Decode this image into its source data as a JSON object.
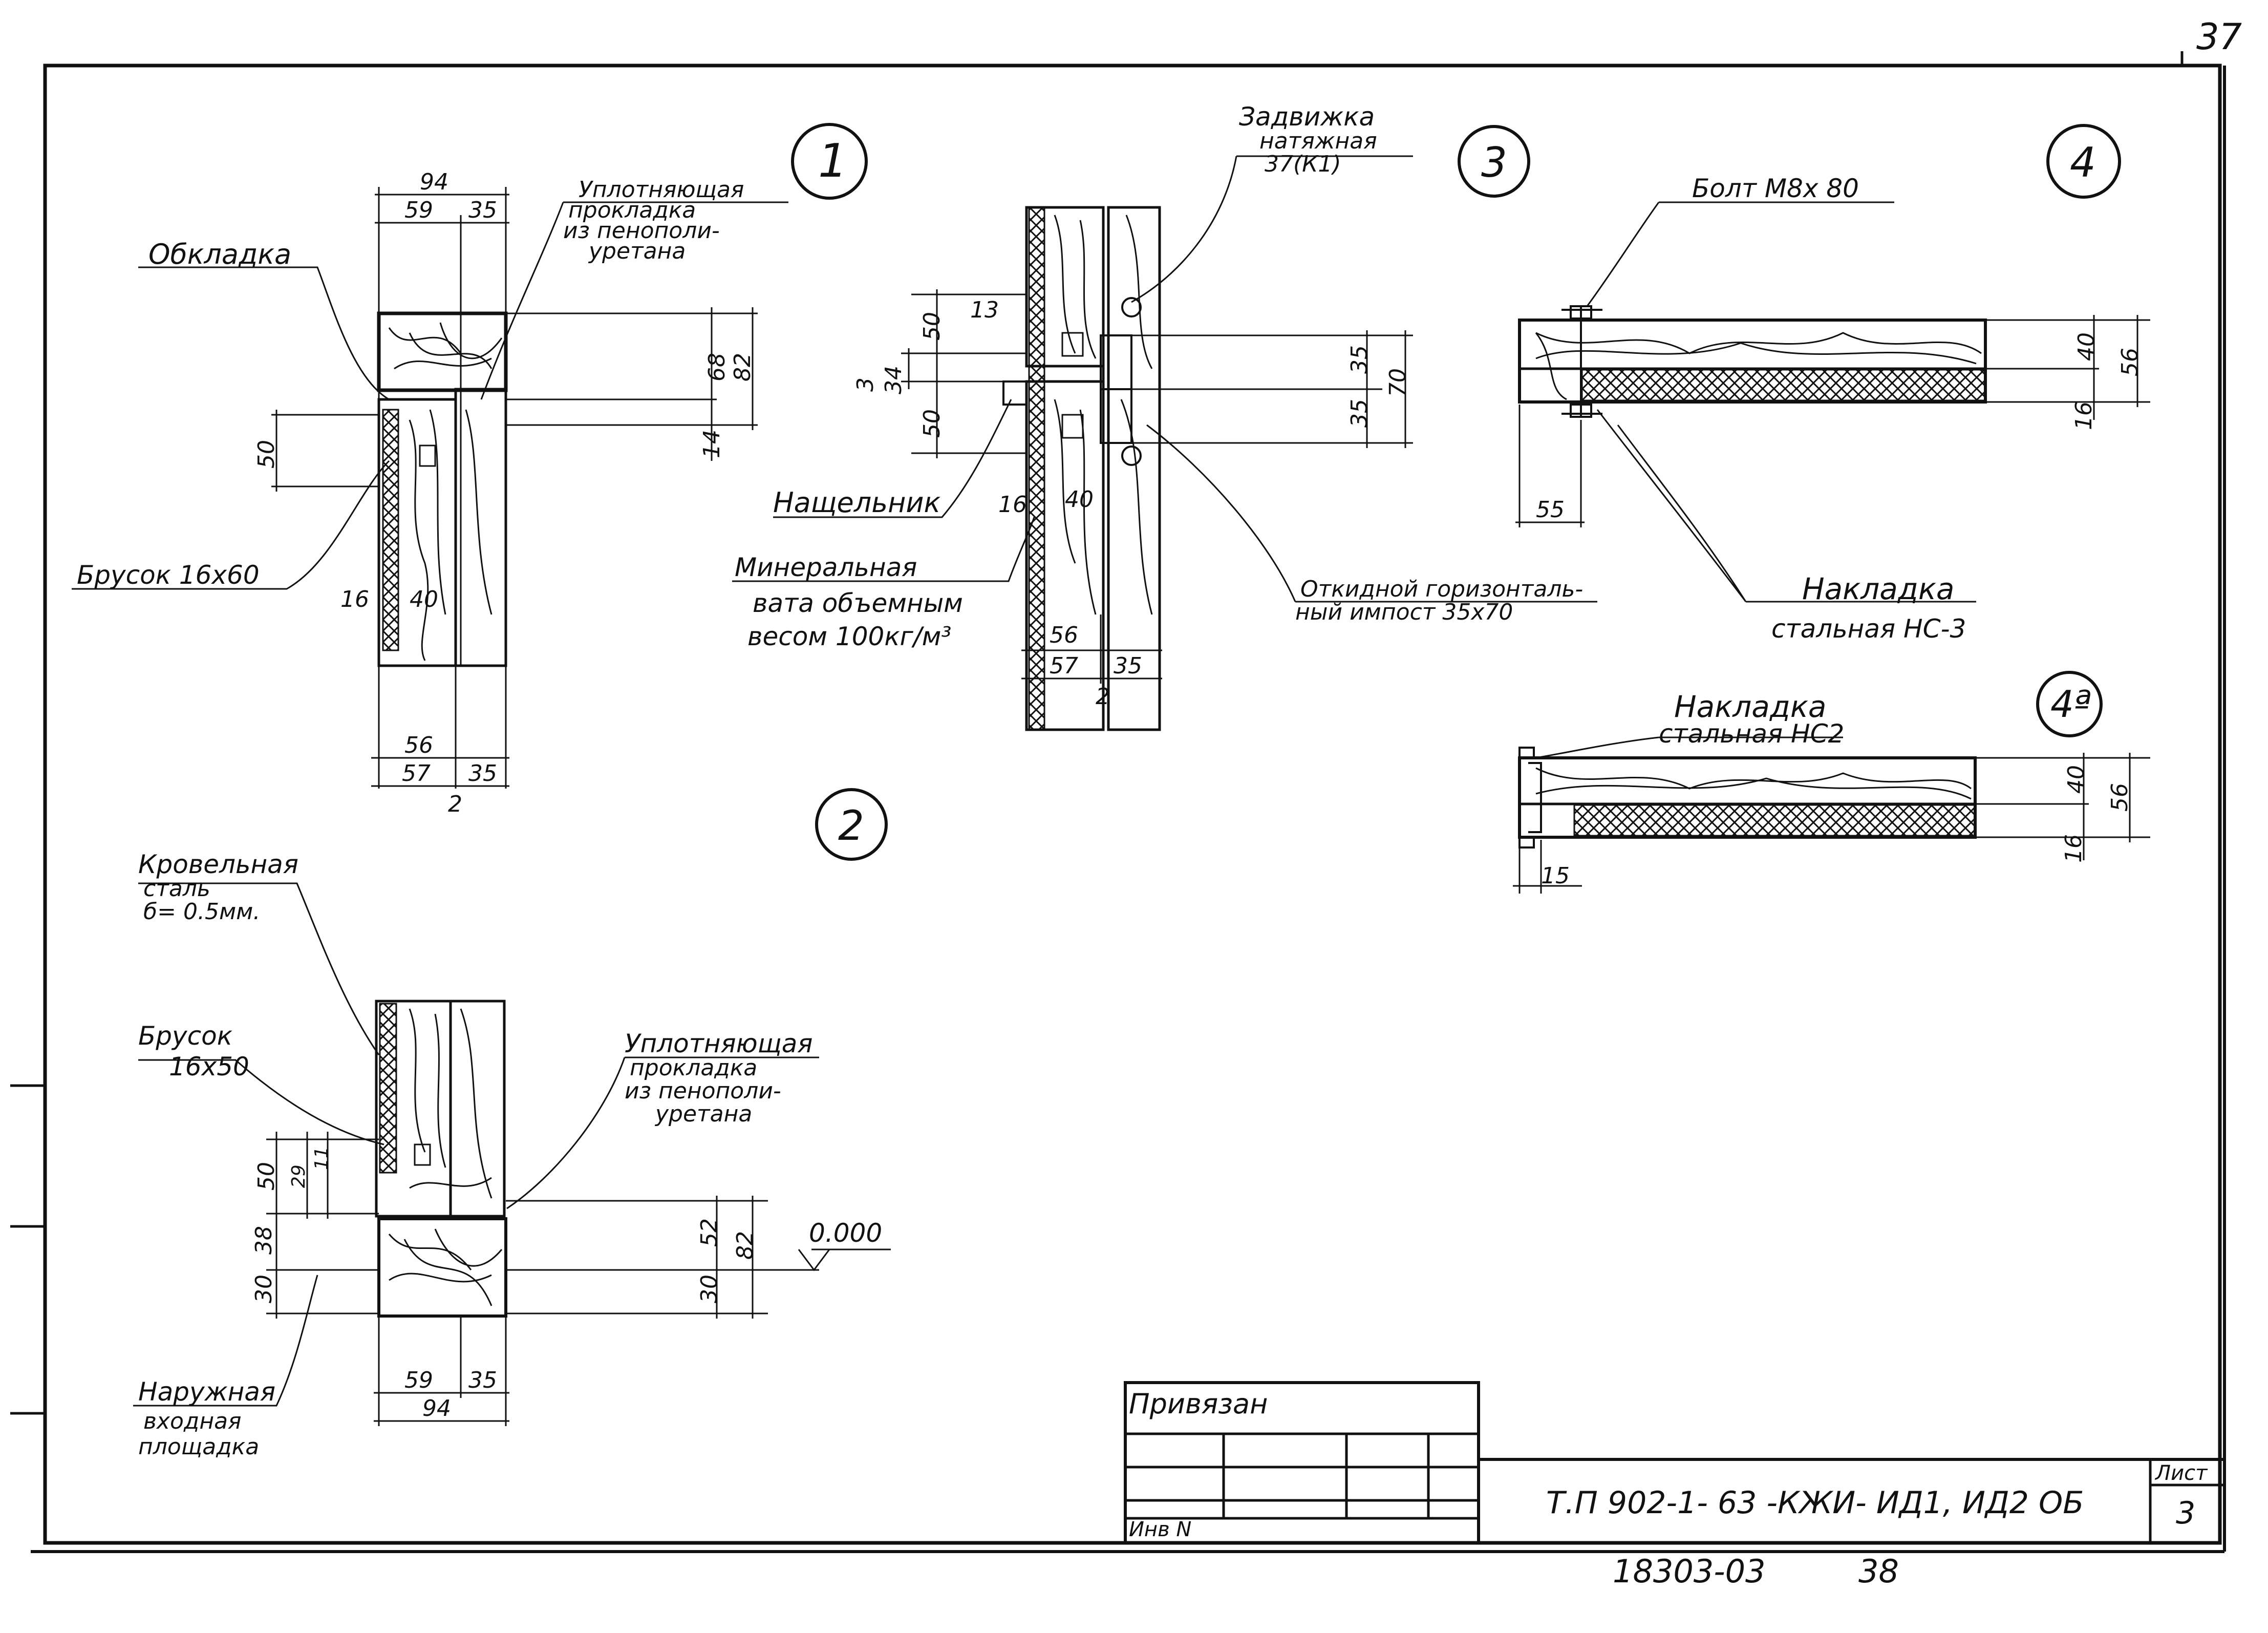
{
  "details": {
    "d1": {
      "number": "1",
      "dims_top": {
        "total": "94",
        "left": "59",
        "right": "35"
      },
      "dims_bottom": {
        "inner": "56",
        "left": "57",
        "right": "35",
        "gap": "2"
      },
      "dims_right": {
        "upper": "68",
        "total": "82",
        "lower": "14"
      },
      "dims_left": {
        "bar": "50",
        "seal": "16",
        "wood": "40"
      },
      "labels": {
        "cladding": "Обкладка",
        "seal": [
          "Уплотняющая",
          "прокладка",
          "из пенополи-",
          "уретана"
        ],
        "bar": "Брусок 16х60"
      }
    },
    "d2": {
      "number": "2",
      "dims_left": {
        "bar": "50",
        "a": "29",
        "b": "11",
        "step": "38",
        "base": "30"
      },
      "dims_right": {
        "upper": "52",
        "total": "82",
        "lower": "30"
      },
      "dims_bottom": {
        "left": "59",
        "right": "35",
        "total": "94"
      },
      "level": "0.000",
      "labels": {
        "roof_steel": [
          "Кровельная",
          "сталь",
          "б= 0.5мм."
        ],
        "bar": [
          "Брусок",
          "16х50"
        ],
        "seal": [
          "Уплотняющая",
          "прокладка",
          "из пенополи-",
          "уретана"
        ],
        "landing": [
          "Наружная",
          "входная",
          "площадка"
        ]
      }
    },
    "d3": {
      "number": "3",
      "dims_left": {
        "top": "50",
        "a": "13",
        "gap": "3",
        "mid": "34",
        "bottom": "50"
      },
      "dims_right": {
        "upper": "35",
        "lower": "35",
        "total": "70"
      },
      "dims_bottom": {
        "inner": "56",
        "left": "57",
        "right": "35",
        "gap": "2",
        "seal": "16",
        "wood": "40"
      },
      "labels": {
        "latch": [
          "Задвижка",
          "натяжная",
          "37(К1)"
        ],
        "strip": "Нащельник",
        "wool": [
          "Минеральная",
          "вата объемным",
          "весом 100кг/м³"
        ],
        "impost": [
          "Откидной горизонталь-",
          "ный импост 35х70"
        ]
      }
    },
    "d4": {
      "number": "4",
      "bolt": "Болт М8х 80",
      "dims": {
        "wood": "40",
        "total": "56",
        "seal": "16",
        "edge": "55"
      },
      "labels": [
        "Накладка",
        "стальная НС-3"
      ]
    },
    "d4a": {
      "number": "4ª",
      "dims": {
        "wood": "40",
        "total": "56",
        "seal": "16",
        "edge": "15"
      },
      "labels": [
        "Накладка",
        "стальная НС2"
      ]
    }
  },
  "title_block": {
    "bound": "Привязан",
    "inv": "Инв N",
    "code": "Т.П 902-1- 63 -КЖИ- ИД1, ИД2 ОБ",
    "sheet_label": "Лист",
    "sheet_no": "3",
    "stamp": "18303-03",
    "page": "38",
    "corner": "37"
  }
}
